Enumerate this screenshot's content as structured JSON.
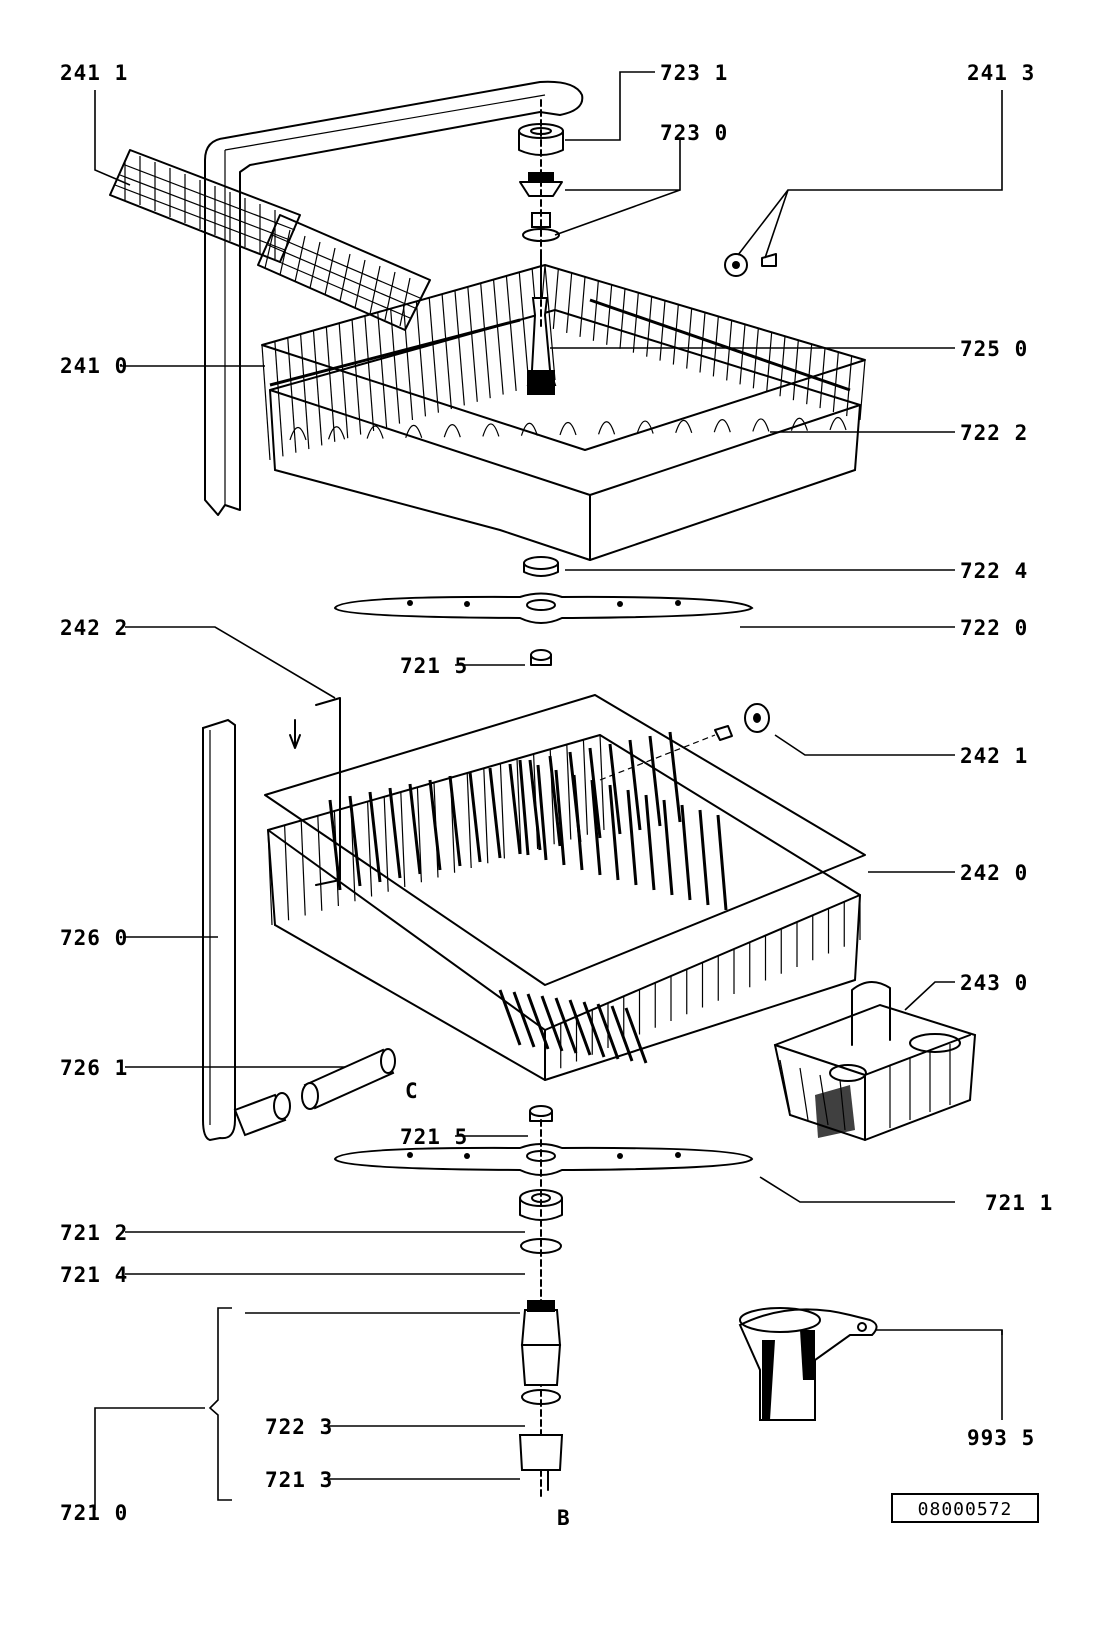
{
  "labels": {
    "l2411": "241 1",
    "l7231": "723 1",
    "l2413": "241 3",
    "l7230": "723 0",
    "l2410": "241 0",
    "l7250": "725 0",
    "l7222": "722 2",
    "l7224": "722 4",
    "l2422": "242 2",
    "l7220": "722 0",
    "l7215a": "721 5",
    "l2421": "242 1",
    "l2420": "242 0",
    "l7260": "726 0",
    "l2430": "243 0",
    "l7261": "726 1",
    "lC": "C",
    "l7215b": "721 5",
    "l7211": "721 1",
    "l7212": "721 2",
    "l7214": "721 4",
    "l7223": "722 3",
    "l9935": "993 5",
    "l7213": "721 3",
    "l7210": "721 0",
    "lB": "B"
  },
  "reference_code": "08000572"
}
